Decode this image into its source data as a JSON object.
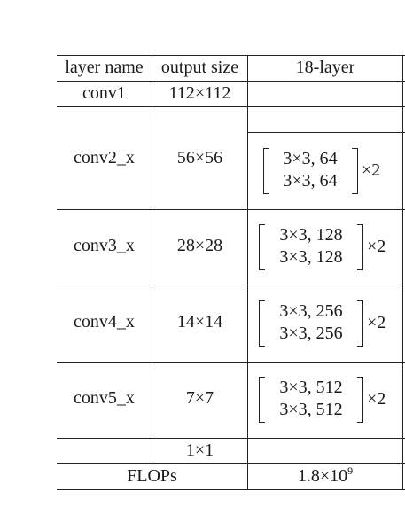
{
  "table": {
    "headers": [
      "layer name",
      "output size",
      "18-layer"
    ],
    "rows": [
      {
        "name": "conv1",
        "output": "112×112"
      },
      {
        "name": "conv2_x",
        "output": "56×56",
        "lines": [
          "3×3, 64",
          "3×3, 64"
        ],
        "repeat": "×2"
      },
      {
        "name": "conv3_x",
        "output": "28×28",
        "lines": [
          "3×3, 128",
          "3×3, 128"
        ],
        "repeat": "×2"
      },
      {
        "name": "conv4_x",
        "output": "14×14",
        "lines": [
          "3×3, 256",
          "3×3, 256"
        ],
        "repeat": "×2"
      },
      {
        "name": "conv5_x",
        "output": "7×7",
        "lines": [
          "3×3, 512",
          "3×3, 512"
        ],
        "repeat": "×2"
      },
      {
        "name": "",
        "output": "1×1"
      }
    ],
    "flops_label": "FLOPs",
    "flops_base": "1.8×10",
    "flops_exp": "9"
  }
}
